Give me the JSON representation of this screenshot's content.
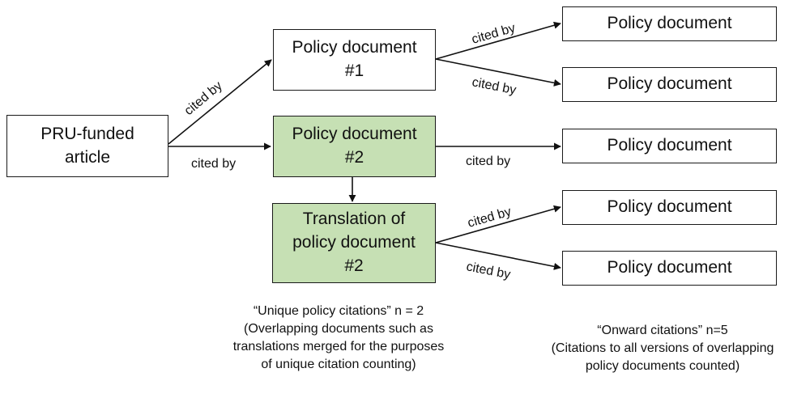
{
  "nodes": {
    "pru_article": "PRU-funded\narticle",
    "policy_1": "Policy document\n#1",
    "policy_2": "Policy document\n#2",
    "translation": "Translation of\npolicy document\n#2",
    "onward_1": "Policy document",
    "onward_2": "Policy document",
    "onward_3": "Policy document",
    "onward_4": "Policy document",
    "onward_5": "Policy document"
  },
  "edge_label": "cited by",
  "colors": {
    "highlight": "#c6e0b4",
    "stroke": "#1a1a1a"
  },
  "captions": {
    "unique": {
      "title": "“Unique policy citations” n = 2",
      "lines": [
        "(Overlapping documents such as",
        "translations merged for the purposes",
        "of unique citation counting)"
      ]
    },
    "onward": {
      "title": "“Onward citations” n=5",
      "lines": [
        "(Citations to all versions of overlapping",
        "policy documents counted)"
      ]
    }
  }
}
